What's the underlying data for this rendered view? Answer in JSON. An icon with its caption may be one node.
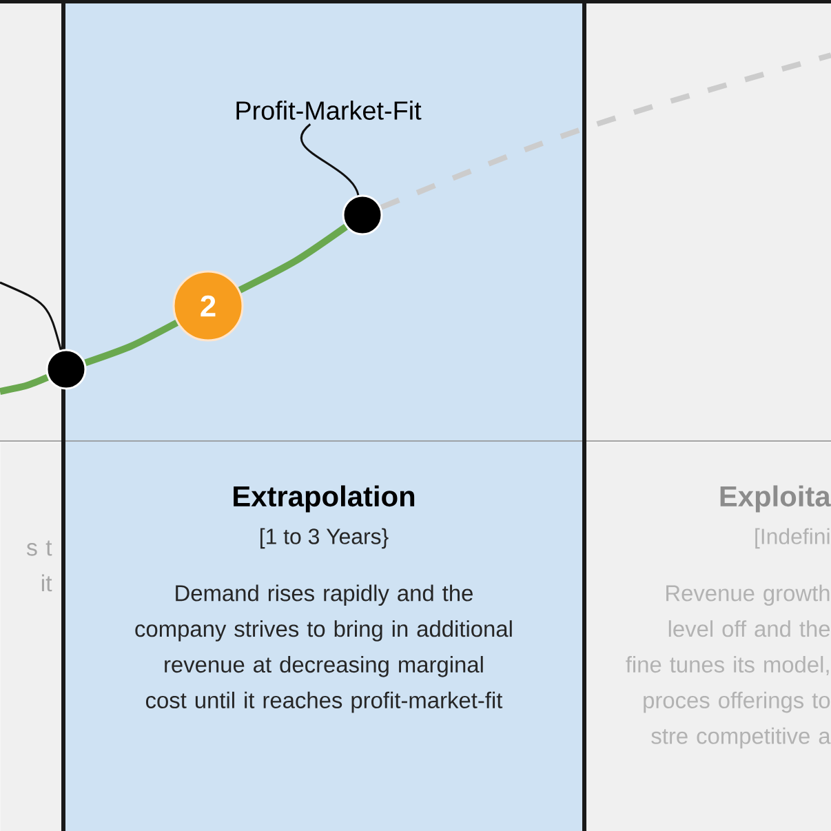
{
  "diagram": {
    "nodes": [
      {
        "text": [
          "s t it"
        ]
      },
      {
        "text": [
          "Extrapolation",
          "[1 to 3 Years}",
          "Demand rises rapidly and the company strives to bring in additional revenue at decreasing marginal cost until it reaches profit-market-fit"
        ]
      },
      {
        "text": [
          "Exploita",
          "[Indefini",
          "Revenue growth level off and the fine tunes its model, proces offerings to stre competitive a"
        ]
      },
      {
        "text": [],
        "shape": "circle"
      },
      {
        "text": [
          "2"
        ],
        "in": 1
      },
      {
        "text": [],
        "shape": "circle",
        "in": 1
      },
      {
        "text": [
          "Profit-Market-Fit"
        ],
        "in": 1
      }
    ],
    "edges": [
      {
        "from": null,
        "to": 3,
        "arrow": "none"
      },
      {
        "from": 3,
        "to": 4,
        "arrow": "none"
      },
      {
        "from": 4,
        "to": 5,
        "arrow": "none"
      },
      {
        "from": 5,
        "to": null,
        "arrow": "none",
        "style": "dashed",
        "color": "#cccccc"
      },
      {
        "from": 6,
        "to": 5,
        "arrow": "none",
        "color": "#111111"
      },
      {
        "from": null,
        "to": 3,
        "arrow": "none",
        "color": "#111111"
      }
    ]
  }
}
